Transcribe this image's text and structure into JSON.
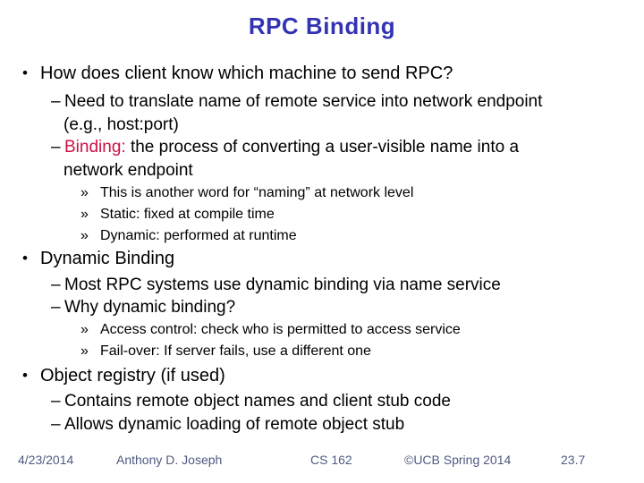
{
  "slide": {
    "title": "RPC Binding"
  },
  "colors": {
    "title_blue": "#3333b3",
    "highlight_red": "#cc1144",
    "footer_navy": "#4f5a82"
  },
  "content": {
    "lines": [
      {
        "level": 1,
        "marker": "•",
        "text": "How does client know which machine to send RPC?"
      },
      {
        "level": 2,
        "marker": "–",
        "text": "Need to translate name of remote service into network endpoint"
      },
      {
        "level": 2,
        "marker": "",
        "text": "(e.g., host:port)"
      },
      {
        "level": 2,
        "marker": "–",
        "highlight": "Binding:",
        "text": " the process of converting a user-visible name into a"
      },
      {
        "level": 2,
        "marker": "",
        "text": "network endpoint"
      },
      {
        "level": 3,
        "marker": "»",
        "text": "This is another word for “naming” at network level"
      },
      {
        "level": 3,
        "marker": "»",
        "text": "Static: fixed at compile time"
      },
      {
        "level": 3,
        "marker": "»",
        "text": "Dynamic: performed at runtime"
      },
      {
        "level": 1,
        "marker": "•",
        "text": "Dynamic Binding"
      },
      {
        "level": 2,
        "marker": "–",
        "text": "Most RPC systems use dynamic binding via name service"
      },
      {
        "level": 2,
        "marker": "–",
        "text": "Why dynamic binding?"
      },
      {
        "level": 3,
        "marker": "»",
        "text": "Access control: check who is permitted to access service"
      },
      {
        "level": 3,
        "marker": "»",
        "text": "Fail-over: If server fails, use a different one"
      },
      {
        "level": 1,
        "marker": "•",
        "text": "Object registry (if used)"
      },
      {
        "level": 2,
        "marker": "–",
        "text": "Contains remote object names and client stub code"
      },
      {
        "level": 2,
        "marker": "–",
        "text": "Allows dynamic loading of remote object stub"
      }
    ]
  },
  "footer": {
    "date": "4/23/2014",
    "author": "Anthony D. Joseph",
    "course": "CS 162",
    "copyright": "©UCB Spring 2014",
    "page": "23.7"
  }
}
